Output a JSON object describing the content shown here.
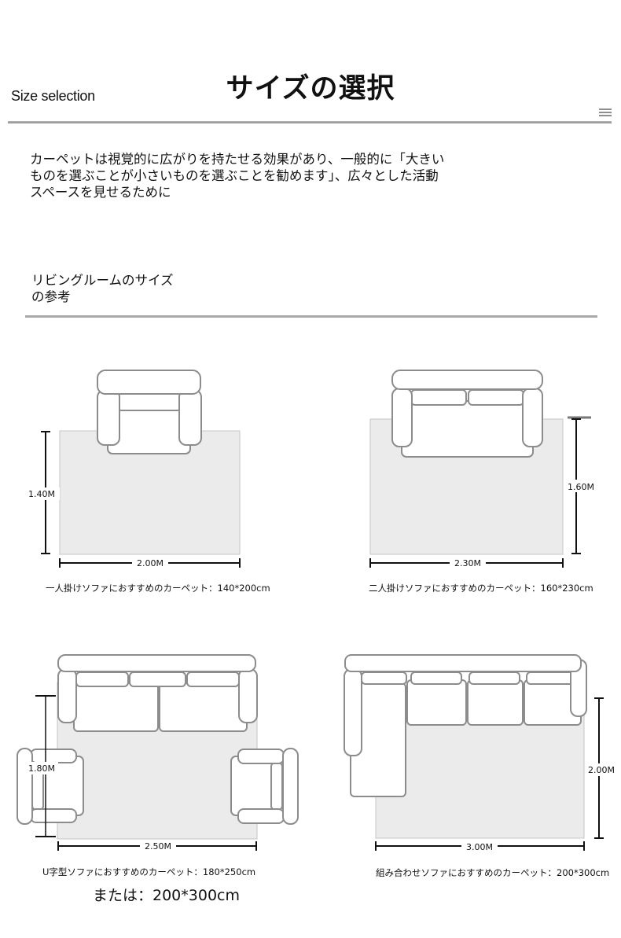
{
  "header": {
    "title_en": "Size selection",
    "title_jp": "サイズの選択"
  },
  "intro": {
    "lines": [
      "カーペットは視覚的に広がりを持たせる効果があり、一般的に「大きい",
      "ものを選ぶことが小さいものを選ぶことを勧めます」、広々とした活動",
      "スペースを見せるために"
    ]
  },
  "section": {
    "lines": [
      "リビングルームのサイズ",
      "の参考"
    ]
  },
  "layouts": [
    {
      "width_label": "2.00M",
      "height_label": "1.40M",
      "caption": "一人掛けソファにおすすめのカーペット：140*200cm"
    },
    {
      "width_label": "2.30M",
      "height_label": "1.60M",
      "caption": "二人掛けソファにおすすめのカーペット：160*230cm"
    },
    {
      "width_label": "2.50M",
      "height_label": "1.80M",
      "caption": "U字型ソファにおすすめのカーペット：180*250cm"
    },
    {
      "width_label": "3.00M",
      "height_label": "2.00M",
      "caption": "組み合わせソファにおすすめのカーペット：200*300cm"
    }
  ],
  "alternative": "または：200*300cm",
  "colors": {
    "rug": "#ebebeb",
    "rug_border": "#c4c4c4",
    "sofa_stroke": "#8c8c8c",
    "dimension_line": "#111111"
  }
}
